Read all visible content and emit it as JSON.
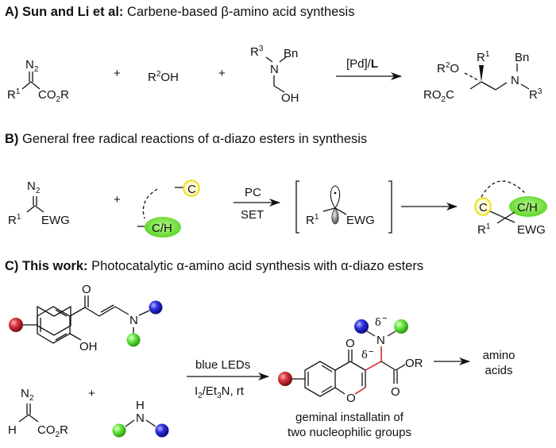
{
  "sectionA": {
    "label": "A) Sun and Li et al:",
    "title": " Carbene-based β-amino acid synthesis",
    "reagent1": {
      "n2": "N",
      "n2_sub": "2",
      "r1": "R",
      "r1_sup": "1",
      "ester": "CO",
      "ester_sub": "2",
      "ester_end": "R"
    },
    "plus": "+",
    "reagent2": {
      "r": "R",
      "sup": "2",
      "oh": "OH"
    },
    "reagent3": {
      "r3": "R",
      "r3_sup": "3",
      "n": "N",
      "bn": "Bn",
      "oh": "OH"
    },
    "conditions": {
      "pd": "[Pd]/",
      "ligand": "L"
    },
    "product": {
      "r2o": "R",
      "r2_sup": "2",
      "o": "O",
      "r1": "R",
      "r1_sup": "1",
      "bn": "Bn",
      "n": "N",
      "r3": "R",
      "r3_sup": "3",
      "ro2c_a": "RO",
      "ro2c_sub": "2",
      "ro2c_b": "C"
    }
  },
  "sectionB": {
    "label": "B)",
    "title": " General free radical reactions of α-diazo esters in synthesis",
    "reagent1": {
      "n2": "N",
      "n2_sub": "2",
      "r1": "R",
      "r1_sup": "1",
      "ewg": "EWG"
    },
    "plus": "+",
    "partner": {
      "c": "C",
      "ch": "C/H"
    },
    "conditions": {
      "top": "PC",
      "bottom": "SET"
    },
    "intermediate": {
      "r1": "R",
      "r1_sup": "1",
      "ewg": "EWG"
    },
    "product": {
      "c": "C",
      "ch": "C/H",
      "r1": "R",
      "r1_sup": "1",
      "ewg": "EWG"
    },
    "colors": {
      "yellow": "#f6f032",
      "green": "#6fe02a"
    }
  },
  "sectionC": {
    "label": "C) This work:",
    "title": " Photocatalytic α-amino acid synthesis with α-diazo esters",
    "enaminone": {
      "o": "O",
      "n": "N",
      "oh": "OH"
    },
    "diazo": {
      "n2": "N",
      "n2_sub": "2",
      "h": "H",
      "ester": "CO",
      "ester_sub": "2",
      "ester_end": "R"
    },
    "plus": "+",
    "amine": {
      "h": "H",
      "n": "N"
    },
    "conditions": {
      "top": "blue LEDs",
      "i": "I",
      "i_sub": "2",
      "et": "/Et",
      "et_sub": "3",
      "rest": "N, rt"
    },
    "product": {
      "o_ketone": "O",
      "o_ring": "O",
      "n": "N",
      "delta_n": "δ",
      "delta_c": "δ",
      "minus": "–",
      "or": "OR",
      "o_carbonyl": "O"
    },
    "caption": {
      "line1": "geminal installatin of",
      "line2": "two nucleophilic groups"
    },
    "outcome": {
      "line1": "amino",
      "line2": "acids"
    },
    "colors": {
      "red": "#c8202a",
      "blue": "#2424d8",
      "green": "#5ee23a",
      "bond_highlight": "#d21e1e"
    }
  }
}
